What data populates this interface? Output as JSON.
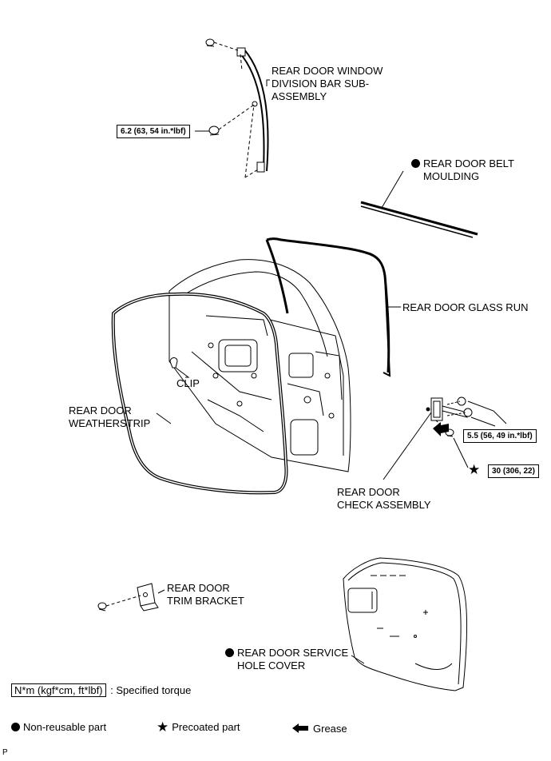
{
  "labels": {
    "division_bar": [
      "REAR DOOR WINDOW",
      "DIVISION BAR SUB-",
      "ASSEMBLY"
    ],
    "belt_moulding": [
      "REAR DOOR BELT",
      "MOULDING"
    ],
    "glass_run": "REAR DOOR GLASS RUN",
    "clip": "CLIP",
    "weatherstrip": [
      "REAR DOOR",
      "WEATHERSTRIP"
    ],
    "check_assembly": [
      "REAR DOOR",
      "CHECK ASSEMBLY"
    ],
    "trim_bracket": [
      "REAR DOOR",
      "TRIM BRACKET"
    ],
    "service_hole_cover": [
      "REAR DOOR SERVICE",
      "HOLE COVER"
    ]
  },
  "torques": {
    "division_bar_bolt": "6.2 (63, 54 in.*lbf)",
    "check_bolts": "5.5 (56, 49 in.*lbf)",
    "check_bolt_precoated": "30 (306, 22)"
  },
  "legend": {
    "torque_unit": "N*m (kgf*cm, ft*lbf)",
    "torque_text": ": Specified torque",
    "non_reusable": "Non-reusable part",
    "precoated": "Precoated part",
    "grease": "Grease"
  },
  "symbols": {
    "non_reusable": "filled-circle",
    "precoated": "star",
    "grease": "left-arrow"
  },
  "corner_mark": "P"
}
